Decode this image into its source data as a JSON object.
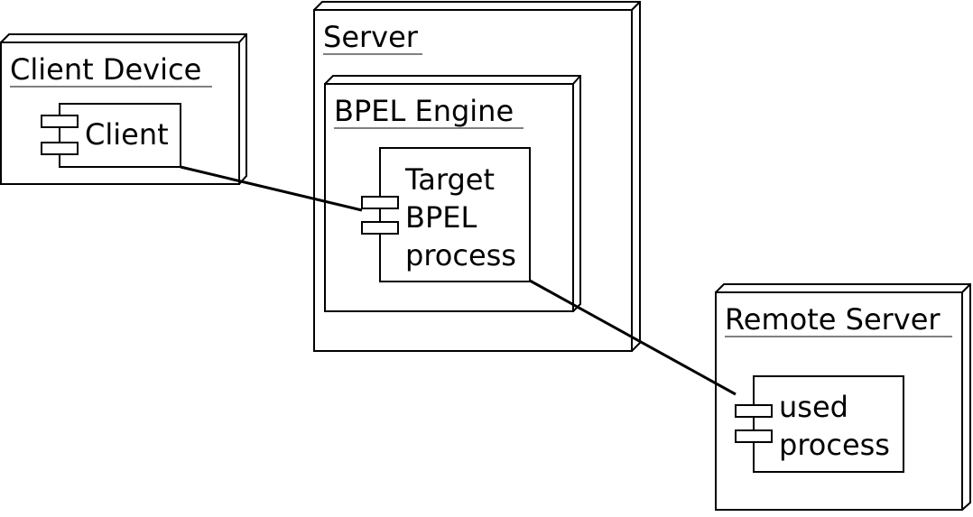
{
  "nodes": {
    "client_device": "Client Device",
    "server": "Server",
    "bpel_engine": "BPEL Engine",
    "remote_server": "Remote Server"
  },
  "components": {
    "client": [
      "Client"
    ],
    "target": [
      "Target",
      "BPEL",
      "process"
    ],
    "used": [
      "used",
      "process"
    ]
  }
}
